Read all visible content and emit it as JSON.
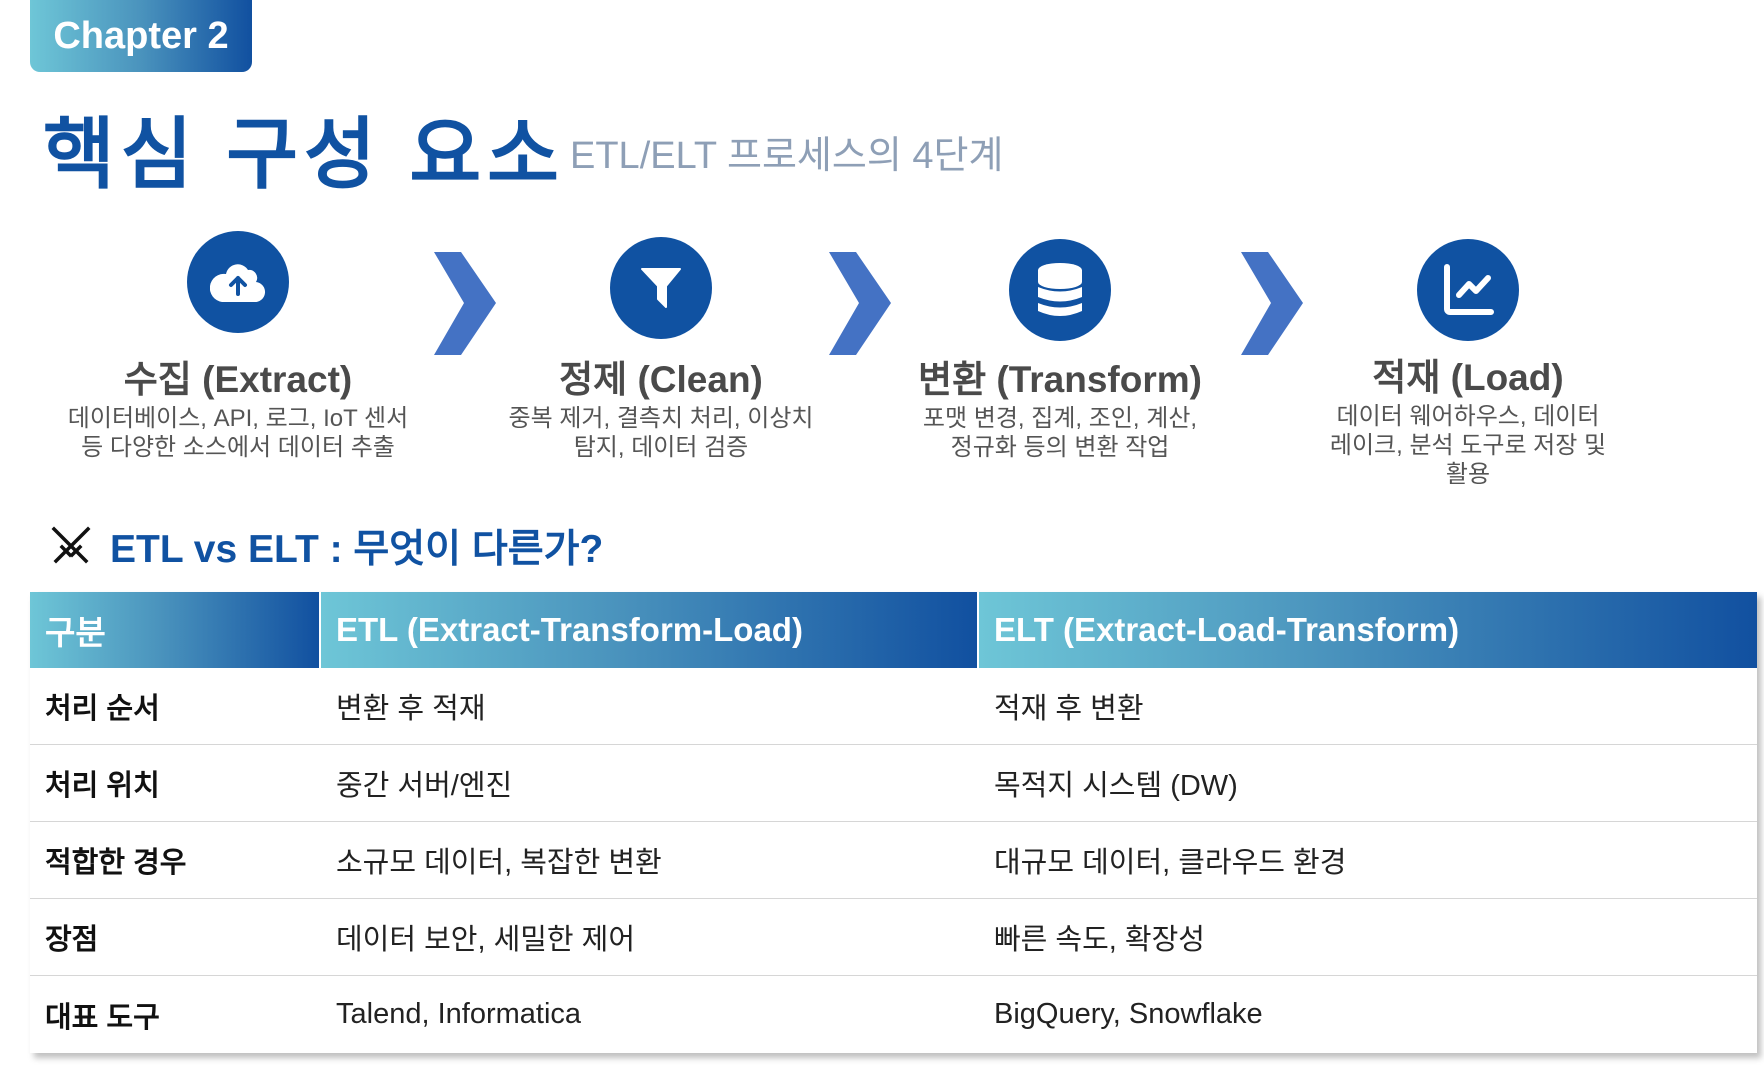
{
  "badge": "Chapter 2",
  "title": "핵심 구성 요소",
  "subtitle": "ETL/ELT 프로세스의 4단계",
  "colors": {
    "primary": "#1052a2",
    "chevron": "#4472c4",
    "gradient_start": "#6ec6d7",
    "gradient_end": "#1150a0"
  },
  "steps": [
    {
      "icon": "cloud-upload-icon",
      "title": "수집 (Extract)",
      "desc_lines": [
        "데이터베이스, API, 로그, IoT 센서",
        "등 다양한 소스에서 데이터 추출"
      ]
    },
    {
      "icon": "filter-icon",
      "title": "정제 (Clean)",
      "desc_lines": [
        "중복 제거, 결측치 처리, 이상치",
        "탐지, 데이터 검증"
      ]
    },
    {
      "icon": "database-icon",
      "title": "변환 (Transform)",
      "desc_lines": [
        "포맷 변경, 집계, 조인, 계산,",
        "정규화 등의 변환 작업"
      ]
    },
    {
      "icon": "chart-line-icon",
      "title": "적재 (Load)",
      "desc_lines": [
        "데이터 웨어하우스, 데이터",
        "레이크, 분석 도구로 저장 및",
        "활용"
      ]
    }
  ],
  "section_heading": "ETL vs ELT : 무엇이 다른가?",
  "table": {
    "headers": [
      "구분",
      "ETL (Extract-Transform-Load)",
      "ELT (Extract-Load-Transform)"
    ],
    "rows": [
      [
        "처리 순서",
        "변환 후 적재",
        "적재 후 변환"
      ],
      [
        "처리 위치",
        "중간 서버/엔진",
        "목적지 시스템 (DW)"
      ],
      [
        "적합한 경우",
        "소규모 데이터, 복잡한 변환",
        "대규모 데이터, 클라우드 환경"
      ],
      [
        "장점",
        "데이터 보안, 세밀한 제어",
        "빠른 속도, 확장성"
      ],
      [
        "대표 도구",
        "Talend, Informatica",
        "BigQuery, Snowflake"
      ]
    ]
  }
}
